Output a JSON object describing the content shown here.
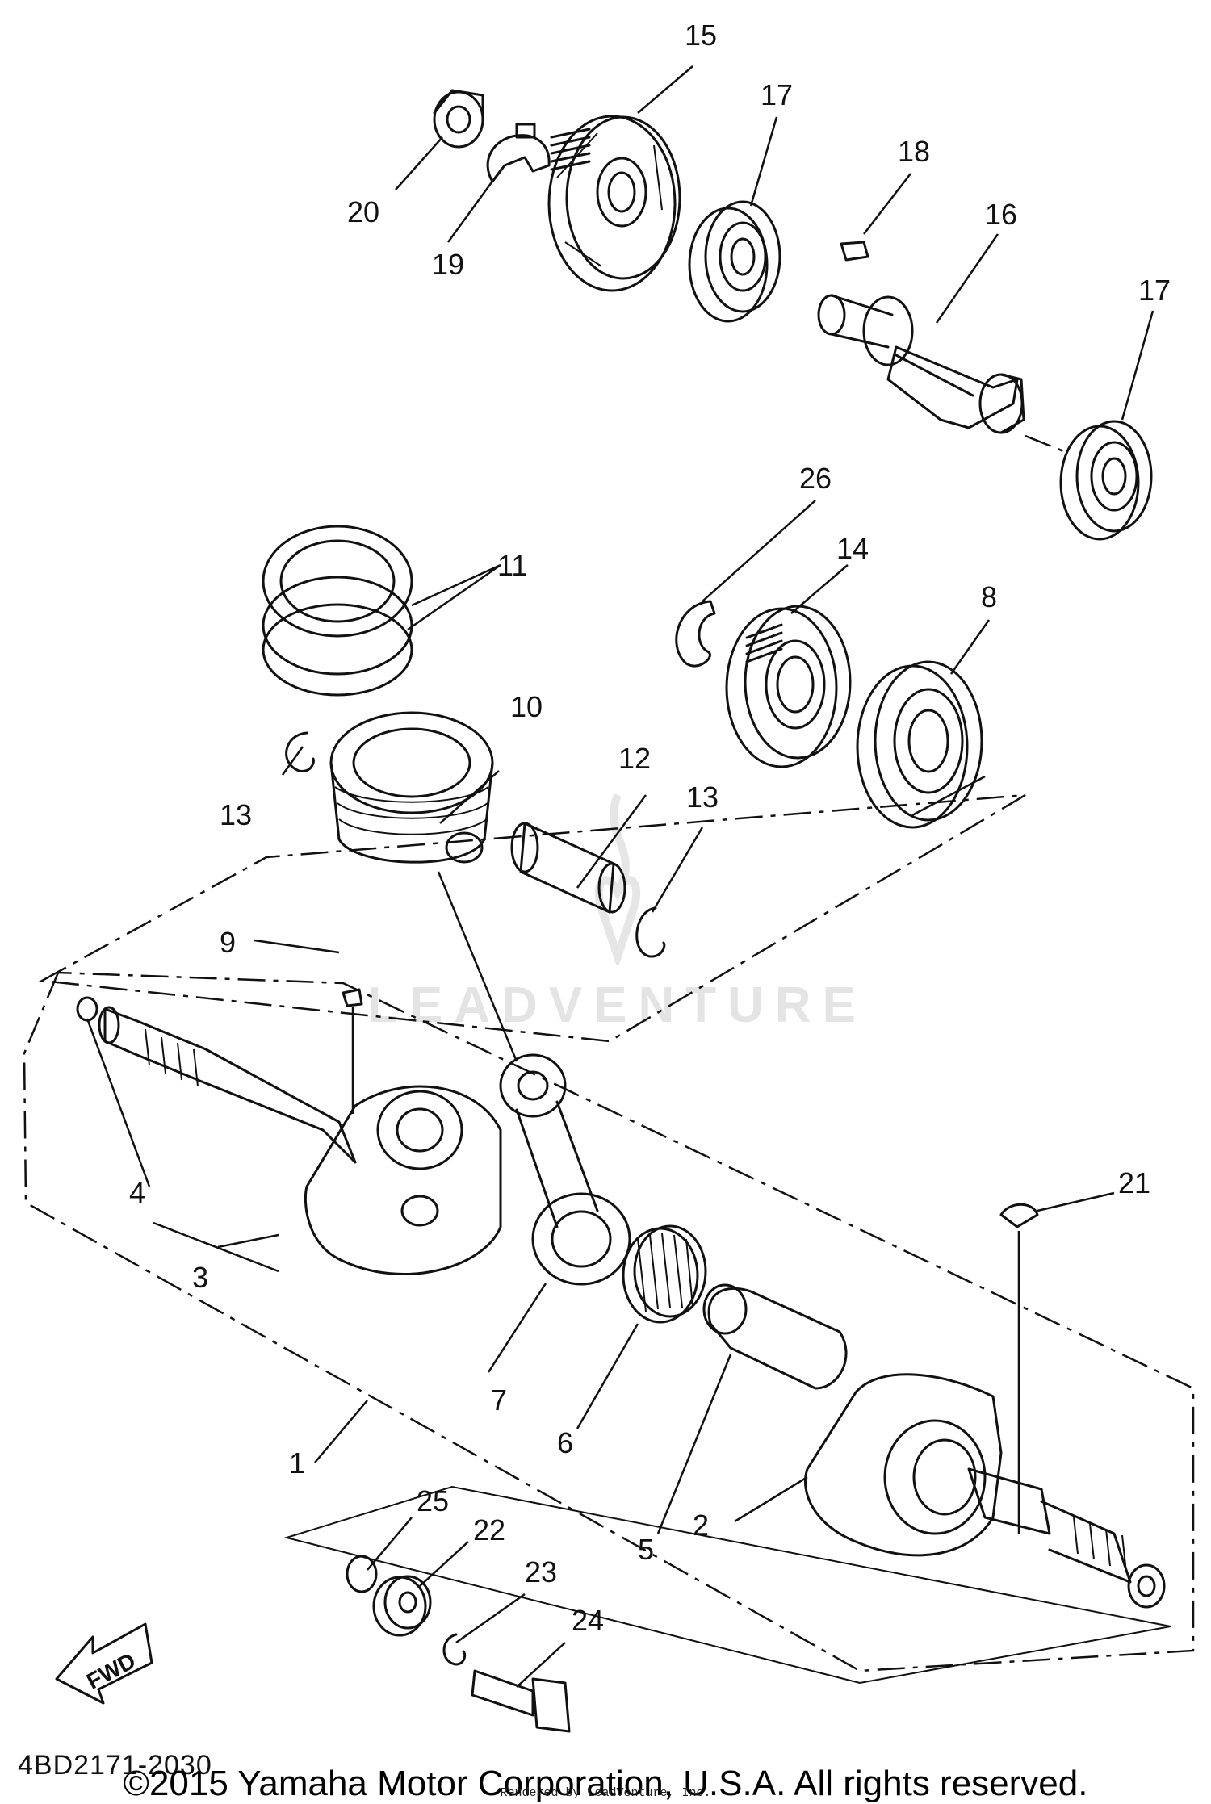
{
  "callouts": {
    "c1": "1",
    "c2": "2",
    "c3": "3",
    "c4": "4",
    "c5": "5",
    "c6": "6",
    "c7": "7",
    "c8": "8",
    "c9": "9",
    "c10": "10",
    "c11": "11",
    "c12": "12",
    "c13a": "13",
    "c13b": "13",
    "c14": "14",
    "c15": "15",
    "c16": "16",
    "c17a": "17",
    "c17b": "17",
    "c18": "18",
    "c19": "19",
    "c20": "20",
    "c21": "21",
    "c22": "22",
    "c23": "23",
    "c24": "24",
    "c25": "25",
    "c26": "26"
  },
  "fwd_label": "FWD",
  "watermark": "LEADVENTURE",
  "diagram_code": "4BD2171-2030",
  "copyright": "©2015 Yamaha Motor Corporation, U.S.A. All rights reserved.",
  "rendered_by": "Rendered by LeadVenture, Inc."
}
